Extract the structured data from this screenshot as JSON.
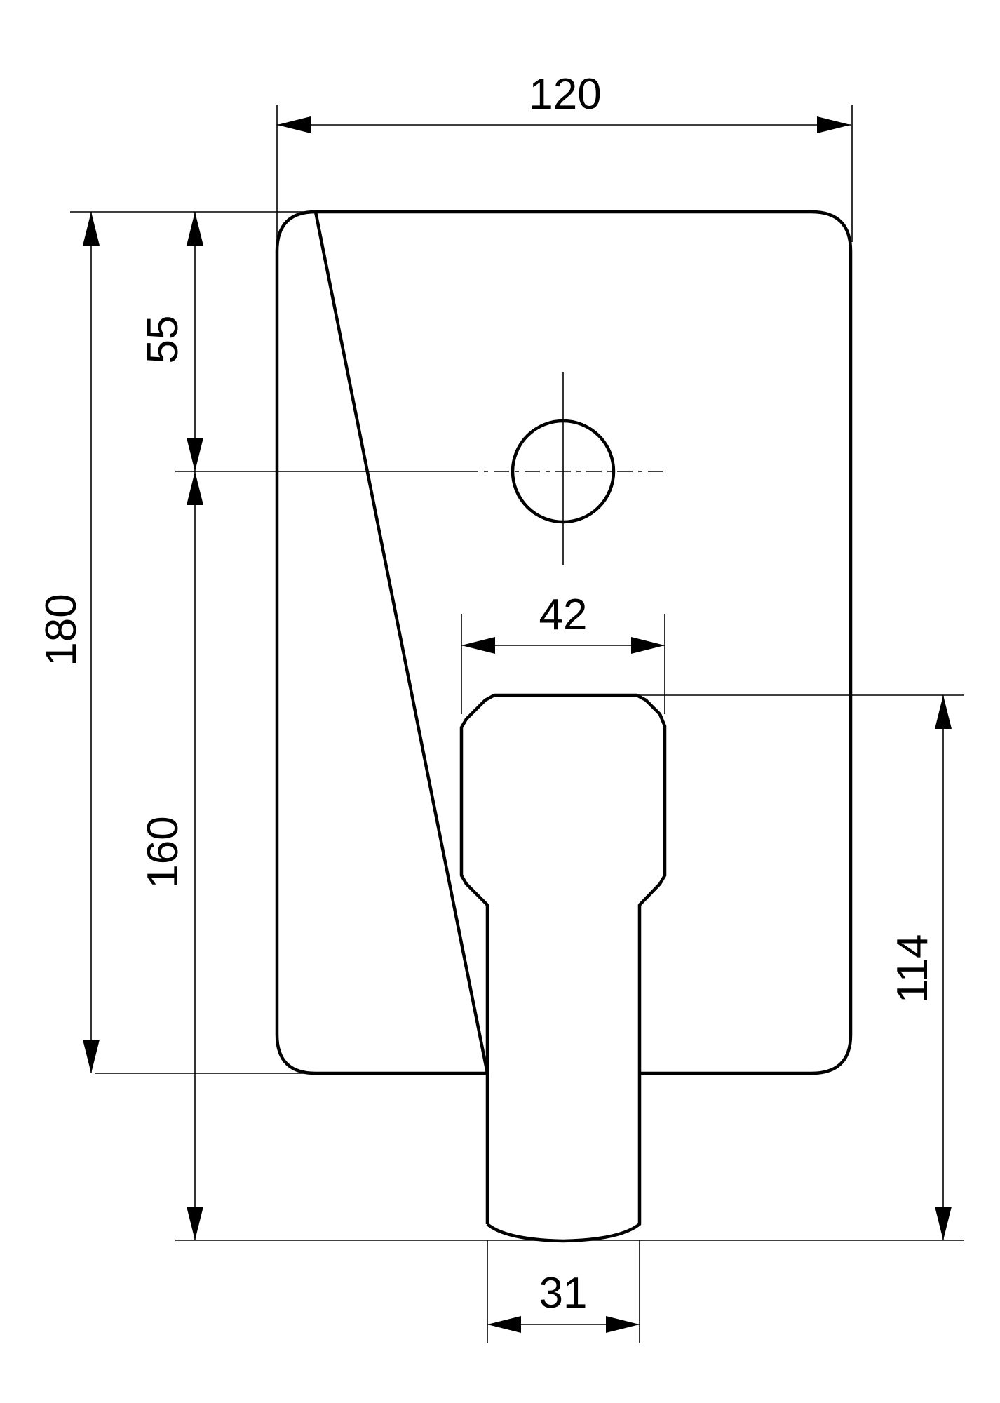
{
  "dimensions": {
    "overall_width": "120",
    "overall_height": "180",
    "hole_offset_top": "55",
    "hole_to_lever_end": "160",
    "lever_width": "42",
    "lever_length": "114",
    "lever_stem_width": "31"
  }
}
